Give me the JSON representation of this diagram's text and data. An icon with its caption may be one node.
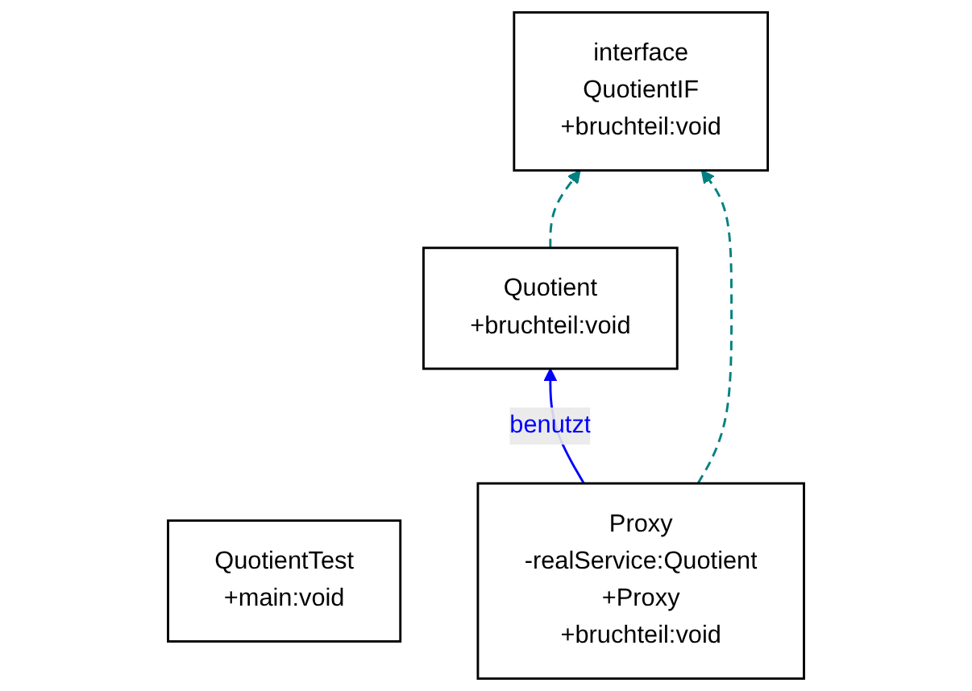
{
  "diagram": {
    "nodes": [
      {
        "text": [
          "interface",
          "QuotientIF",
          "+bruchteil:void"
        ]
      },
      {
        "text": [
          "QuotientTest",
          "+main:void"
        ]
      },
      {
        "text": [
          "Quotient",
          "+bruchteil:void"
        ]
      },
      {
        "text": [
          "Proxy",
          "-realService:Quotient",
          "+Proxy",
          "+bruchteil:void"
        ]
      }
    ],
    "edges": [
      {
        "from": 2,
        "to": 0,
        "arrow": "to",
        "style": "dashed"
      },
      {
        "from": 3,
        "to": 0,
        "arrow": "to",
        "style": "dashed"
      },
      {
        "from": 3,
        "to": 2,
        "arrow": "to",
        "label": "benutzt",
        "color": "#0000ff"
      }
    ]
  }
}
